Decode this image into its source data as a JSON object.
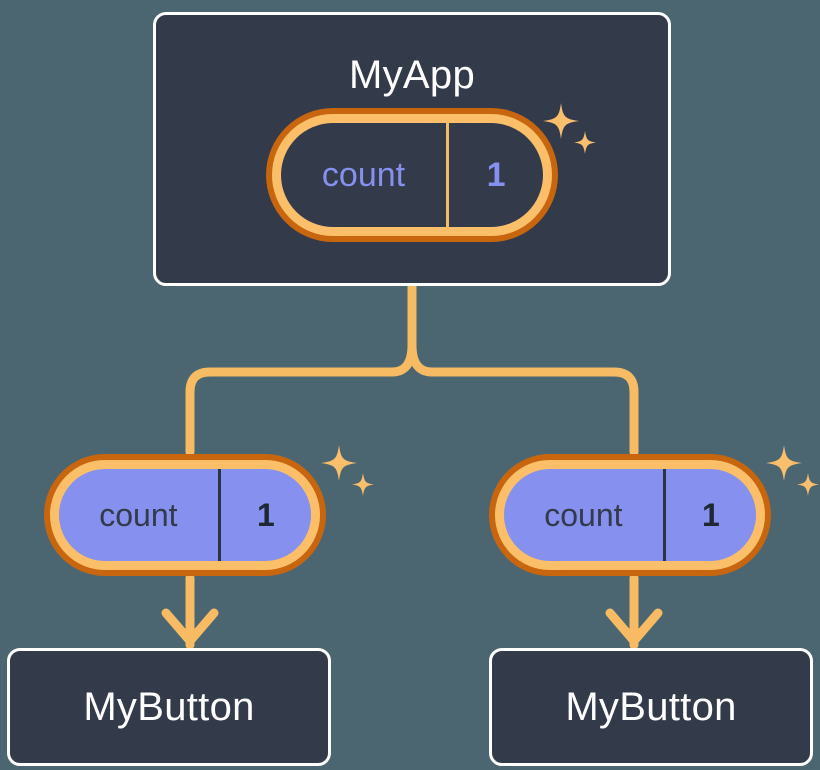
{
  "diagram": {
    "title": "React component state propagation tree",
    "background_color": "#4b6670",
    "accent_color": "#f7bc63",
    "accent_dark_color": "#c8650f",
    "state_fill_color": "#8590ef",
    "box_fill_color": "#333a4a",
    "box_border_color": "#ffffff"
  },
  "root": {
    "component_label": "MyApp",
    "state": {
      "key": "count",
      "value": "1",
      "sparkle_label": "state-updated-sparkle"
    }
  },
  "children": [
    {
      "state": {
        "key": "count",
        "value": "1",
        "sparkle_label": "state-updated-sparkle"
      },
      "component_label": "MyButton"
    },
    {
      "state": {
        "key": "count",
        "value": "1",
        "sparkle_label": "state-updated-sparkle"
      },
      "component_label": "MyButton"
    }
  ]
}
